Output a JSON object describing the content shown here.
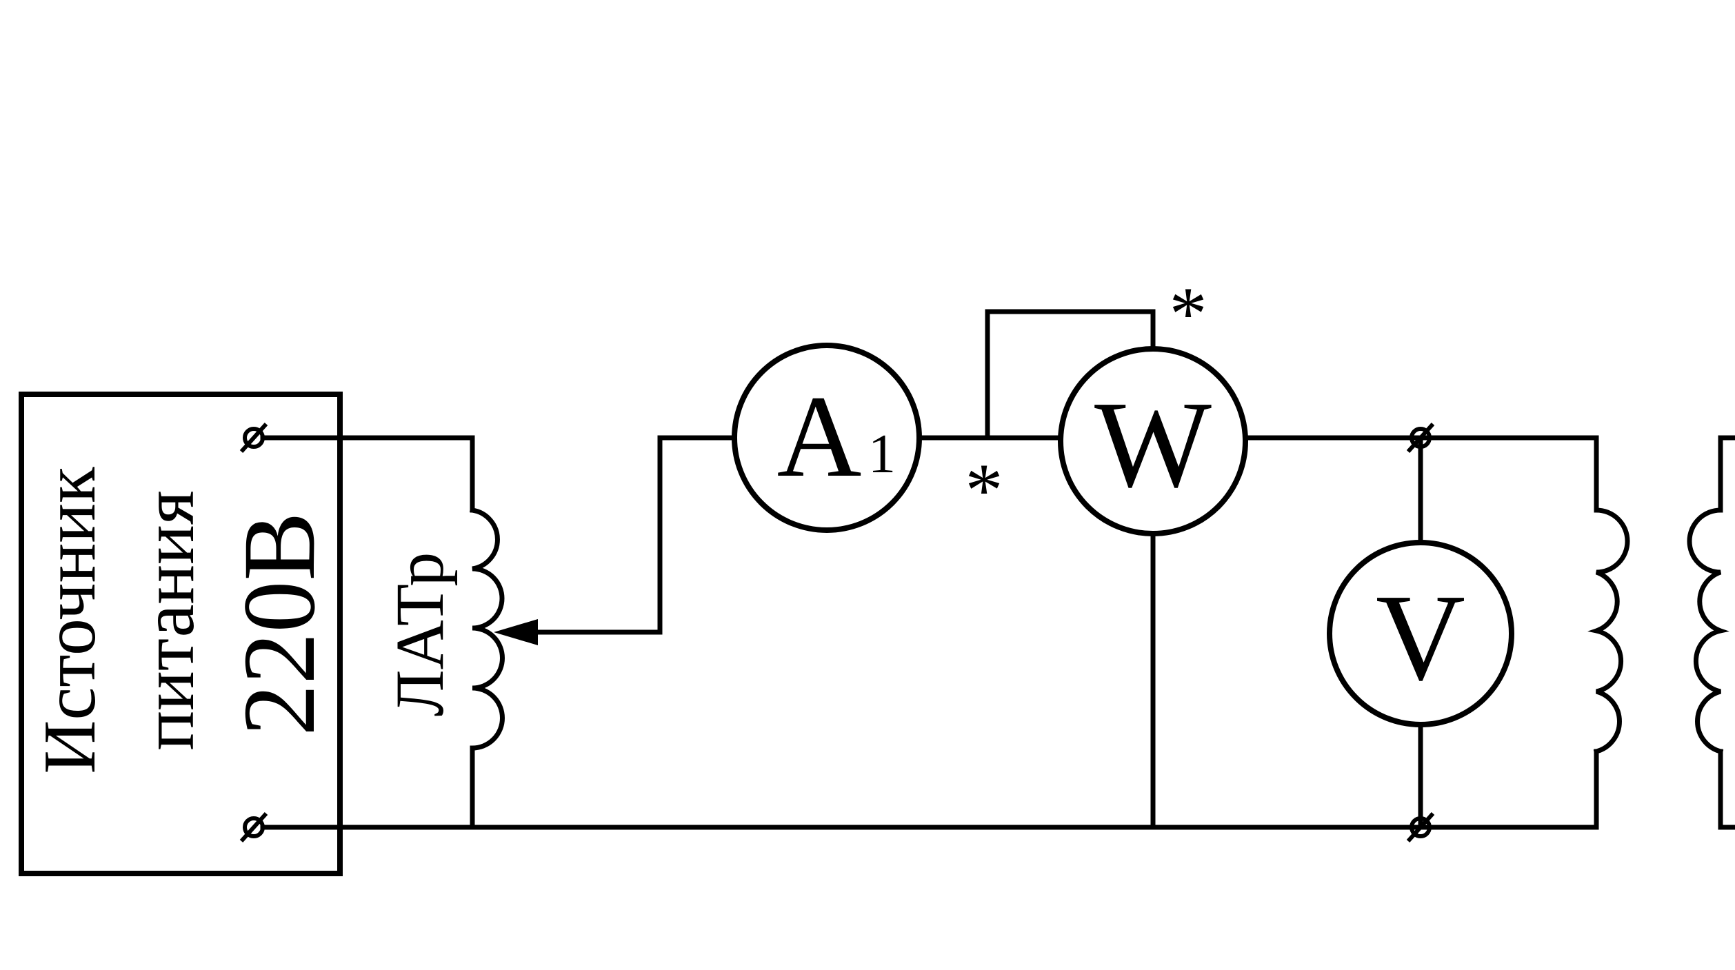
{
  "power_source": {
    "line1": "Источник",
    "line2": "питания",
    "voltage": "220В"
  },
  "autotransformer": {
    "label": "ЛАТр"
  },
  "ammeter": {
    "letter": "A",
    "index": "1"
  },
  "wattmeter": {
    "letter": "W",
    "current_terminal_mark": "*",
    "voltage_terminal_mark": "*"
  },
  "voltmeter": {
    "letter": "V"
  },
  "colors": {
    "ink": "#000000",
    "background": "#ffffff"
  }
}
